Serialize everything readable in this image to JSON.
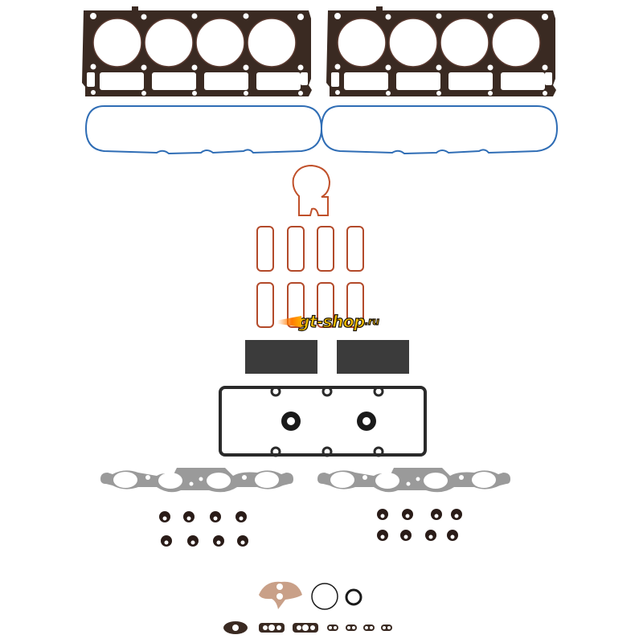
{
  "image": {
    "subject": "Engine head gasket kit (V8) parts layout",
    "background": "#ffffff"
  },
  "watermark": {
    "text": "gt-shop",
    "suffix": ".ru",
    "color": "#f6c000",
    "swoosh_color": "#ff7a00"
  },
  "parts": {
    "head_gaskets": {
      "count": 2,
      "bores_each": 4,
      "color": "#3a2a22"
    },
    "valve_cover_gaskets": {
      "count": 2,
      "color": "#2f6db5"
    },
    "throttle_body_gasket": {
      "count": 1,
      "color": "#c0502a"
    },
    "intake_port_seals": {
      "count": 8,
      "color": "#b34a2a"
    },
    "foam_pads": {
      "count": 2,
      "color": "#3b3b3b"
    },
    "valley_cover_gasket": {
      "count": 1,
      "grommets": 2
    },
    "exhaust_manifold_gaskets": {
      "count": 2,
      "color": "#9a9a9a"
    },
    "valve_stem_seals": {
      "count": 16
    },
    "misc_gaskets_and_orings": {
      "count": 11
    }
  }
}
